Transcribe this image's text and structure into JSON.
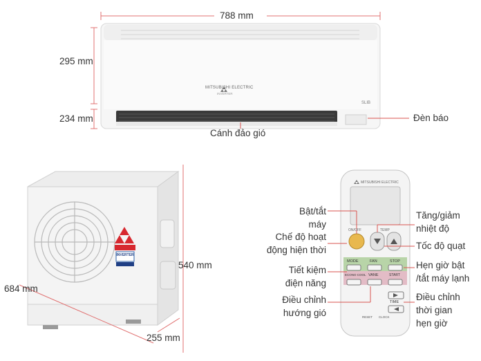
{
  "dimensions": {
    "indoor_width": "788 mm",
    "indoor_height": "295 mm",
    "indoor_depth": "234 mm",
    "outdoor_height": "540 mm",
    "outdoor_width": "684 mm",
    "outdoor_depth": "255 mm"
  },
  "indoor": {
    "brand": "MITSUBISHI ELECTRIC",
    "sub_brand": "INVERTER",
    "model_badge": "SLIB",
    "louver_label": "Cánh đảo gió",
    "indicator_label": "Đèn báo"
  },
  "outdoor": {
    "badge": "INVERTER"
  },
  "remote": {
    "brand": "MITSUBISHI ELECTRIC",
    "button_texts": {
      "on_off": "ON/OFF",
      "temp": "TEMP",
      "mode": "MODE",
      "fan": "FAN",
      "stop": "STOP",
      "econo_cool": "ECONO COOL",
      "vane": "VANE",
      "start": "START",
      "time": "TIME",
      "reset": "RESET",
      "clock": "CLOCK"
    },
    "callouts_left": {
      "power": [
        "Bật/tắt",
        "máy"
      ],
      "mode": [
        "Chế độ hoạt",
        "động hiện thời"
      ],
      "econo": [
        "Tiết kiệm",
        "điện năng"
      ],
      "vane": [
        "Điều chỉnh",
        "hướng gió"
      ]
    },
    "callouts_right": {
      "temp": [
        "Tăng/giảm",
        "nhiệt độ"
      ],
      "fan": "Tốc độ quạt",
      "timer": [
        "Hẹn giờ bật",
        "/tắt máy lạnh"
      ],
      "time_adjust": [
        "Điều chỉnh",
        "thời gian",
        "hẹn giờ"
      ]
    }
  },
  "colors": {
    "dimension_line": "#e07070",
    "callout_line": "#d9534f",
    "remote_green": "#b8d4a8",
    "remote_pink": "#e3bcc6",
    "logo_red": "#d7282f"
  }
}
